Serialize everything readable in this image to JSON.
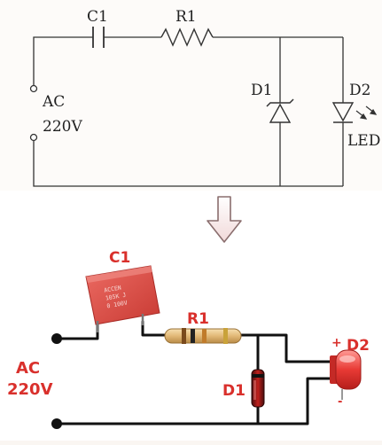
{
  "schematic": {
    "c1_label": "C1",
    "r1_label": "R1",
    "d1_label": "D1",
    "d2_label": "D2",
    "ac_label": "AC",
    "voltage_label": "220V",
    "led_label": "LED"
  },
  "illustration": {
    "c1_label": "C1",
    "r1_label": "R1",
    "d1_label": "D1",
    "d2_label": "D2",
    "ac_label": "AC",
    "voltage_label": "220V",
    "led_plus": "+",
    "led_minus": "-",
    "capacitor_print": [
      "ACCEN",
      "105K J",
      "0 100V"
    ]
  }
}
